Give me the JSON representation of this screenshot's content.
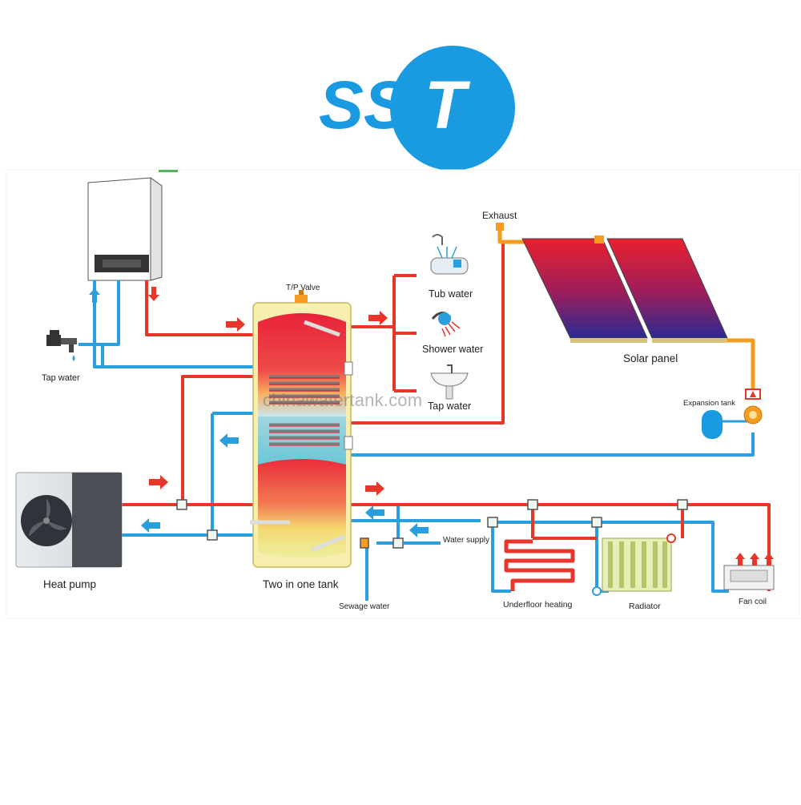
{
  "logo": {
    "text": "SST",
    "circle_color": "#1a9ae0",
    "text_color": "#ffffff"
  },
  "watermark": "chinawatertank.com",
  "colors": {
    "hot_pipe": "#e8362a",
    "cold_pipe": "#2a9fe0",
    "solar_pipe": "#f39c1f",
    "tank_body": "#f7efb0"
  },
  "labels": {
    "tp_valve": "T/P Valve",
    "tub_water": "Tub water",
    "shower_water": "Shower water",
    "tap_water_outlet": "Tap water",
    "tap_water_inlet": "Tap water",
    "exhaust": "Exhaust",
    "solar_panel": "Solar panel",
    "expansion_tank": "Expansion tank",
    "heat_pump": "Heat pump",
    "two_in_one_tank": "Two in one tank",
    "water_supply": "Water supply",
    "sewage_water": "Sewage water",
    "underfloor_heating": "Underfloor heating",
    "radiator": "Radiator",
    "fan_coil": "Fan coil"
  },
  "icons": [
    "faucet-icon",
    "bathtub-icon",
    "shower-icon",
    "sink-icon",
    "fan-icon",
    "flow-arrow-icon",
    "pump-icon",
    "valve-icon"
  ]
}
